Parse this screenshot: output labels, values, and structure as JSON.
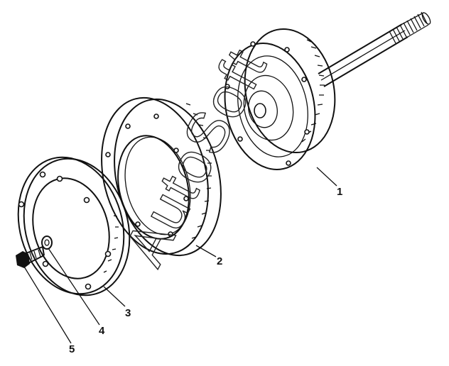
{
  "figure": {
    "watermark": "AutoSoft",
    "callouts": [
      {
        "id": "1",
        "label": "1"
      },
      {
        "id": "2",
        "label": "2"
      },
      {
        "id": "3",
        "label": "3"
      },
      {
        "id": "4",
        "label": "4"
      },
      {
        "id": "5",
        "label": "5"
      }
    ]
  }
}
